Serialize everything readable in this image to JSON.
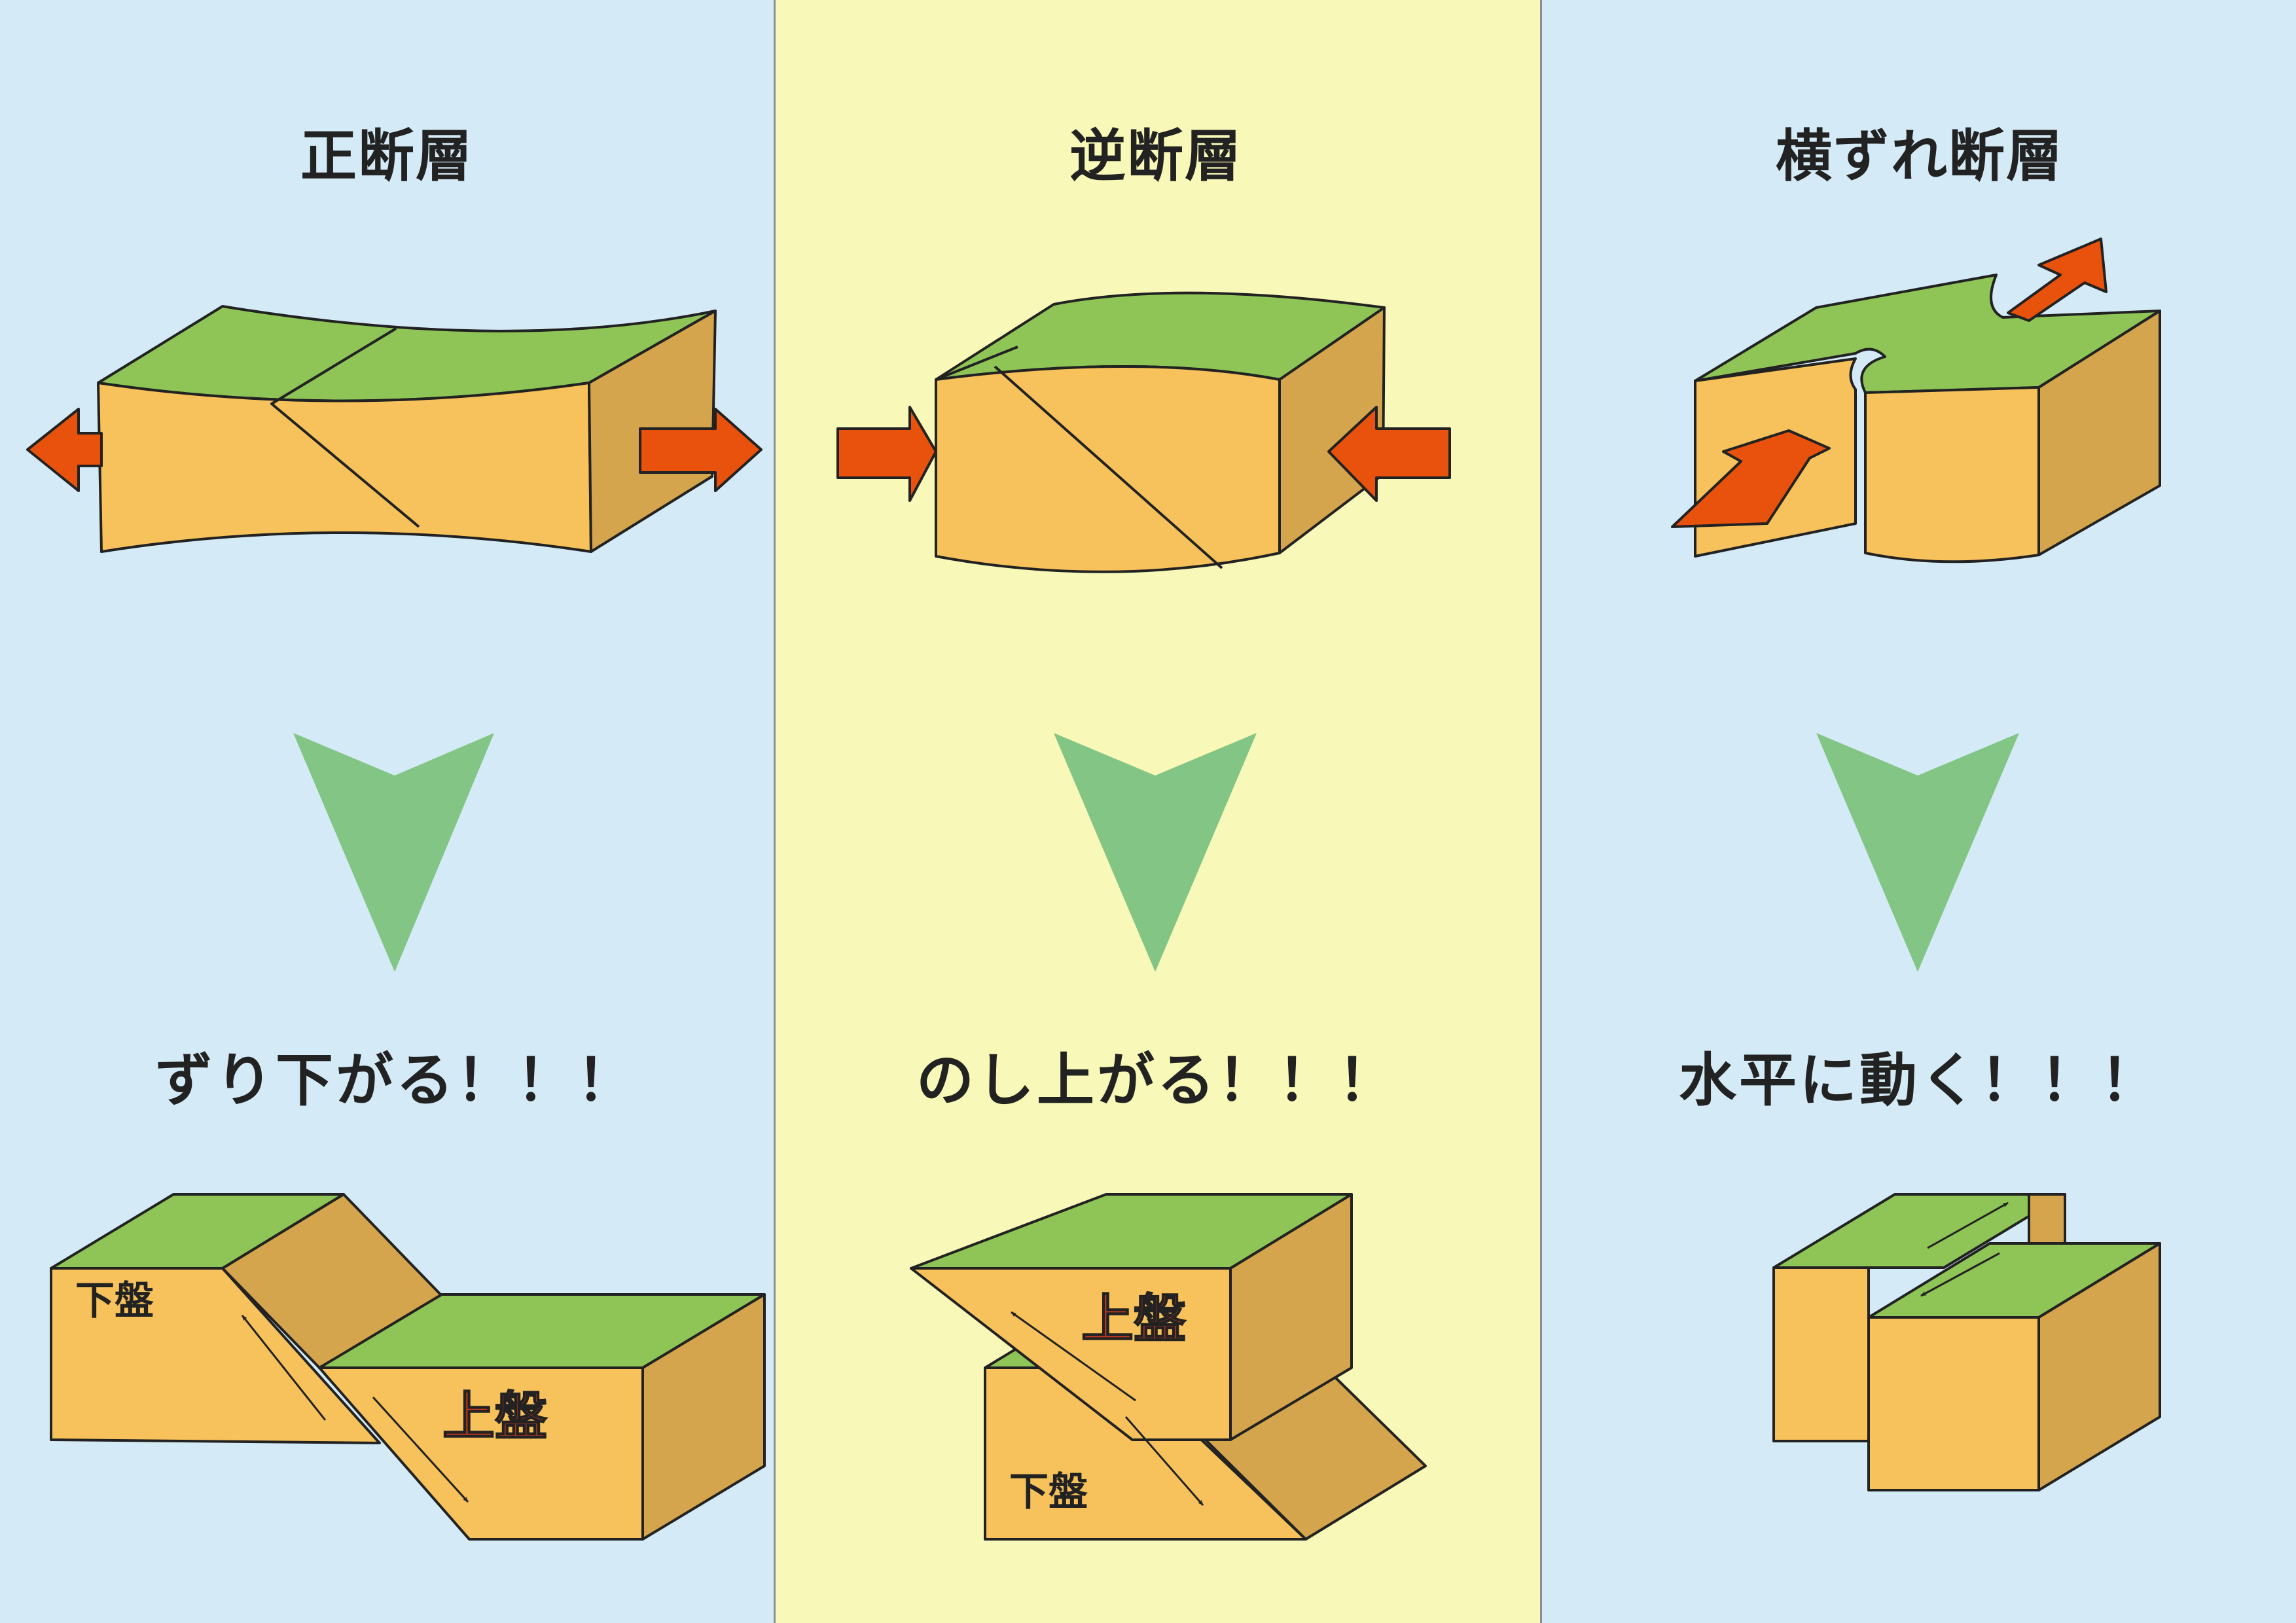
{
  "panels": [
    {
      "title": "正断層",
      "result": "ずり下がる！！！",
      "labels": {
        "footwall": "下盤",
        "hangingwall": "上盤"
      }
    },
    {
      "title": "逆断層",
      "result": "のし上がる！！！",
      "labels": {
        "footwall": "下盤",
        "hangingwall": "上盤"
      }
    },
    {
      "title": "横ずれ断層",
      "result": "水平に動く！！！"
    }
  ],
  "colors": {
    "bg_blue": "#d4ebf7",
    "bg_yellow": "#f8f8b8",
    "top_green": "#8fc456",
    "front_orange": "#f7c25c",
    "side_brown": "#d4a54c",
    "arrow_red": "#e8520c",
    "label_red": "#e03a1e",
    "pointer_green": "#82c584"
  },
  "icons": {
    "force": "red-block-arrow-icon",
    "transition": "green-arrowhead-icon",
    "motion": "thin-black-arrow-icon"
  }
}
